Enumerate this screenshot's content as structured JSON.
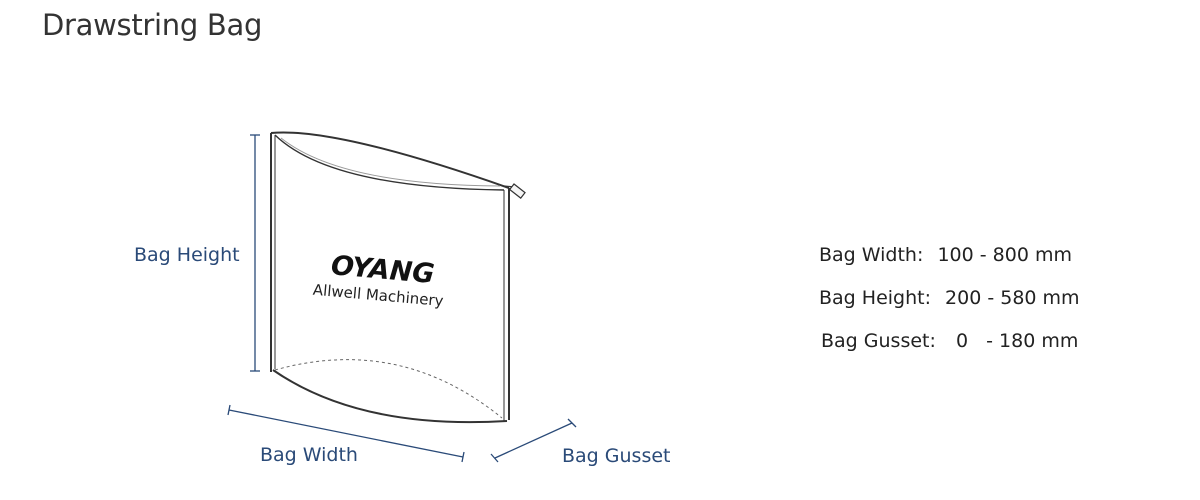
{
  "title": "Drawstring Bag",
  "labels": {
    "height": "Bag Height",
    "width": "Bag Width",
    "gusset": "Bag Gusset"
  },
  "logo": {
    "brand": "OYANG",
    "subtitle": "Allwell Machinery"
  },
  "specs": [
    {
      "label": "Bag Width:",
      "value": "100 - 800 mm"
    },
    {
      "label": "Bag Height:",
      "value": "200 - 580 mm"
    },
    {
      "label": "Bag Gusset:",
      "value": "0   - 180 mm"
    }
  ],
  "colors": {
    "dimension": "#2a4a78",
    "outline": "#333333",
    "title": "#333333"
  }
}
